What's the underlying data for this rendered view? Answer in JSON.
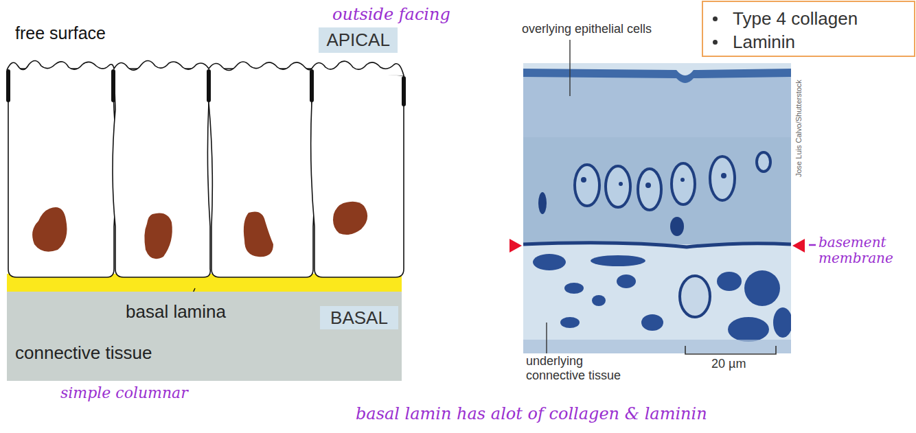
{
  "diagram": {
    "nodes": [
      {
        "text": [
          "APICAL"
        ]
      },
      {
        "text": [
          "connective tissue"
        ]
      },
      {
        "text": [
          "BASAL"
        ],
        "in": 1
      },
      {
        "text": [
          "Type 4 collagen",
          "Laminin"
        ]
      }
    ],
    "labels": [
      "free surface",
      "outside facing",
      "basal lamina",
      "simple columnar",
      "overlying epithelial cells",
      "Jose Luis Calvo/Shutterstock",
      "basement membrane",
      "underlying connective tissue",
      "20 µm",
      "basal lamin has alot of collagen & laminin"
    ]
  }
}
